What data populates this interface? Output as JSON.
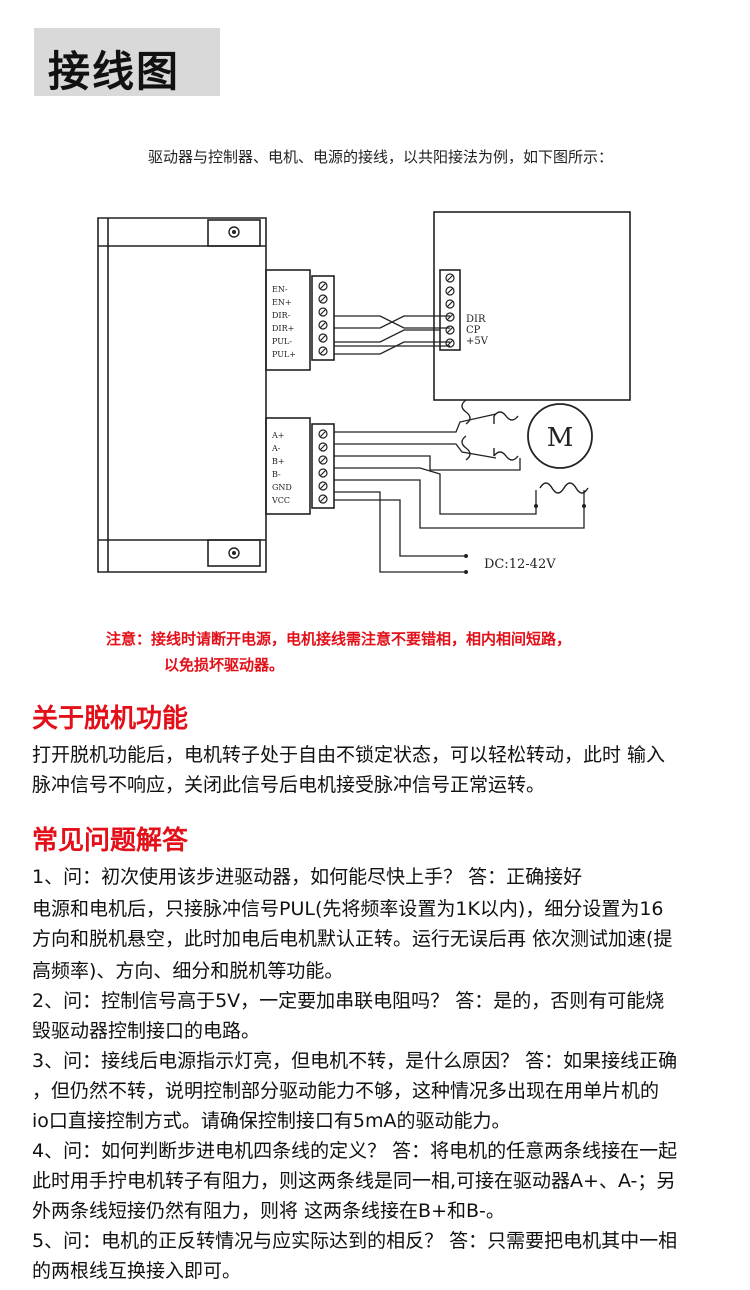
{
  "header": {
    "title": "接线图"
  },
  "intro": "驱动器与控制器、电机、电源的接线，以共阳接法为例，如下图所示：",
  "diagram": {
    "driver_signal_terminals": [
      "EN-",
      "EN+",
      "DIR-",
      "DIR+",
      "PUL-",
      "PUL+"
    ],
    "driver_power_terminals": [
      "A+",
      "A-",
      "B+",
      "B-",
      "GND",
      "VCC"
    ],
    "controller_terminals": [
      "DIR",
      "CP",
      "+5V"
    ],
    "motor_label": "M",
    "power_label": "DC:12-42V"
  },
  "warning": {
    "line1": "注意：接线时请断开电源，电机接线需注意不要错相，相内相间短路，",
    "line2": "以免损坏驱动器。"
  },
  "offline": {
    "heading": "关于脱机功能",
    "lines": [
      "打开脱机功能后，电机转子处于自由不锁定状态，可以轻松转动，此时 输入",
      "脉冲信号不响应，关闭此信号后电机接受脉冲信号正常运转。"
    ]
  },
  "faq": {
    "heading": "常见问题解答",
    "lines": [
      "1、问：初次使用该步进驱动器，如何能尽快上手？ 答：正确接好",
      "电源和电机后，只接脉冲信号PUL(先将频率设置为1K以内)，细分设置为16",
      "方向和脱机悬空，此时加电后电机默认正转。运行无误后再 依次测试加速(提",
      "高频率)、方向、细分和脱机等功能。",
      "2、问：控制信号高于5V，一定要加串联电阻吗？ 答：是的，否则有可能烧",
      "毁驱动器控制接口的电路。",
      "3、问：接线后电源指示灯亮，但电机不转，是什么原因？ 答：如果接线正确",
      "，但仍然不转，说明控制部分驱动能力不够，这种情况多出现在用单片机的",
      "io口直接控制方式。请确保控制接口有5mA的驱动能力。",
      "4、问：如何判断步进电机四条线的定义？ 答：将电机的任意两条线接在一起",
      "此时用手拧电机转子有阻力，则这两条线是同一相,可接在驱动器A+、A-；另",
      "外两条线短接仍然有阻力，则将 这两条线接在B+和B-。",
      "5、问：电机的正反转情况与应实际达到的相反？ 答：只需要把电机其中一相",
      "的两根线互换接入即可。"
    ]
  }
}
